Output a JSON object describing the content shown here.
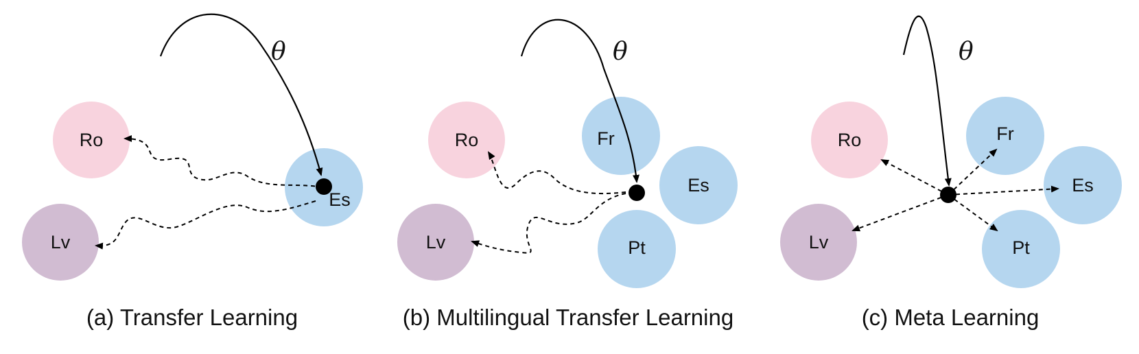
{
  "colors": {
    "pink": "#f8d3de",
    "purple": "#d1bcd2",
    "blue": "#b5d6ef",
    "ink": "#000000"
  },
  "panels": [
    {
      "id": "a",
      "caption": "(a) Transfer Learning",
      "theta_label": "θ",
      "nodes": [
        {
          "id": "ro",
          "label": "Ro",
          "color": "pink"
        },
        {
          "id": "lv",
          "label": "Lv",
          "color": "purple"
        },
        {
          "id": "es",
          "label": "Es",
          "color": "blue"
        }
      ]
    },
    {
      "id": "b",
      "caption": "(b) Multilingual Transfer Learning",
      "theta_label": "θ",
      "nodes": [
        {
          "id": "ro",
          "label": "Ro",
          "color": "pink"
        },
        {
          "id": "lv",
          "label": "Lv",
          "color": "purple"
        },
        {
          "id": "fr",
          "label": "Fr",
          "color": "blue"
        },
        {
          "id": "es",
          "label": "Es",
          "color": "blue"
        },
        {
          "id": "pt",
          "label": "Pt",
          "color": "blue"
        }
      ]
    },
    {
      "id": "c",
      "caption": "(c) Meta Learning",
      "theta_label": "θ",
      "nodes": [
        {
          "id": "ro",
          "label": "Ro",
          "color": "pink"
        },
        {
          "id": "lv",
          "label": "Lv",
          "color": "purple"
        },
        {
          "id": "fr",
          "label": "Fr",
          "color": "blue"
        },
        {
          "id": "es",
          "label": "Es",
          "color": "blue"
        },
        {
          "id": "pt",
          "label": "Pt",
          "color": "blue"
        }
      ]
    }
  ]
}
